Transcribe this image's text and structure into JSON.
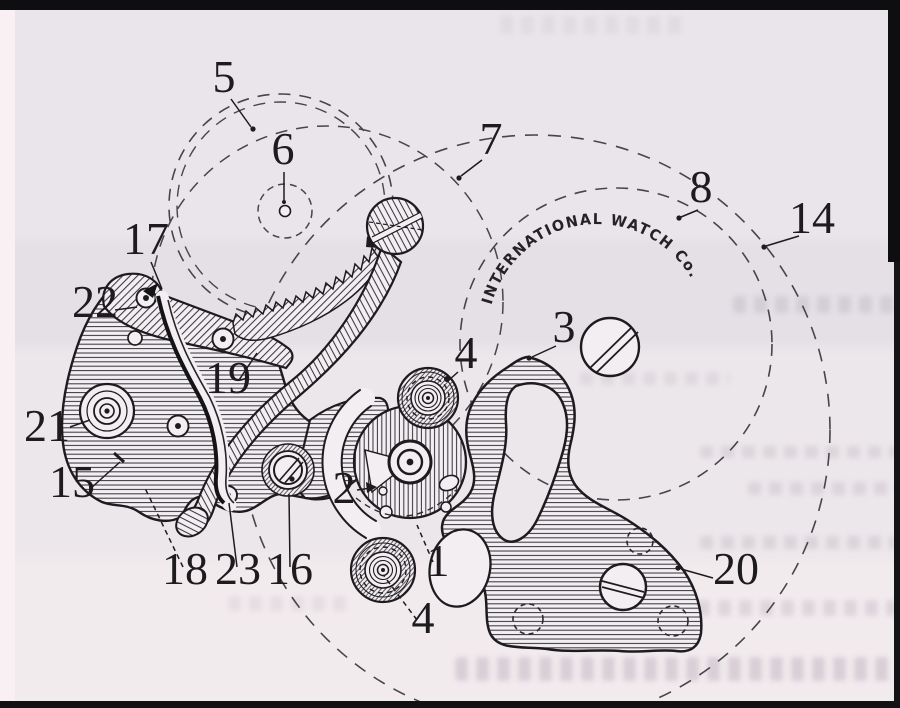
{
  "page": {
    "kind": "scanned book page with technical figure",
    "frame_color": "#0e0d0f",
    "paper_color": "#e9e5ea",
    "bleed_through_visible": true
  },
  "figure": {
    "subject": "watch movement keyless works mechanism drawing",
    "engraving_text": "INTERNATIONAL WATCH Co.",
    "ink_color": "#1d1b1e",
    "part_labels": {
      "l1": {
        "text": "1"
      },
      "l2": {
        "text": "2"
      },
      "l3": {
        "text": "3"
      },
      "l4a": {
        "text": "4"
      },
      "l4b": {
        "text": "4"
      },
      "l5": {
        "text": "5"
      },
      "l6": {
        "text": "6"
      },
      "l7": {
        "text": "7"
      },
      "l8": {
        "text": "8"
      },
      "l14": {
        "text": "14"
      },
      "l15": {
        "text": "15"
      },
      "l16": {
        "text": "16"
      },
      "l17": {
        "text": "17"
      },
      "l18": {
        "text": "18"
      },
      "l19": {
        "text": "19"
      },
      "l20": {
        "text": "20"
      },
      "l21": {
        "text": "21"
      },
      "l22": {
        "text": "22"
      },
      "l23": {
        "text": "23"
      }
    }
  }
}
